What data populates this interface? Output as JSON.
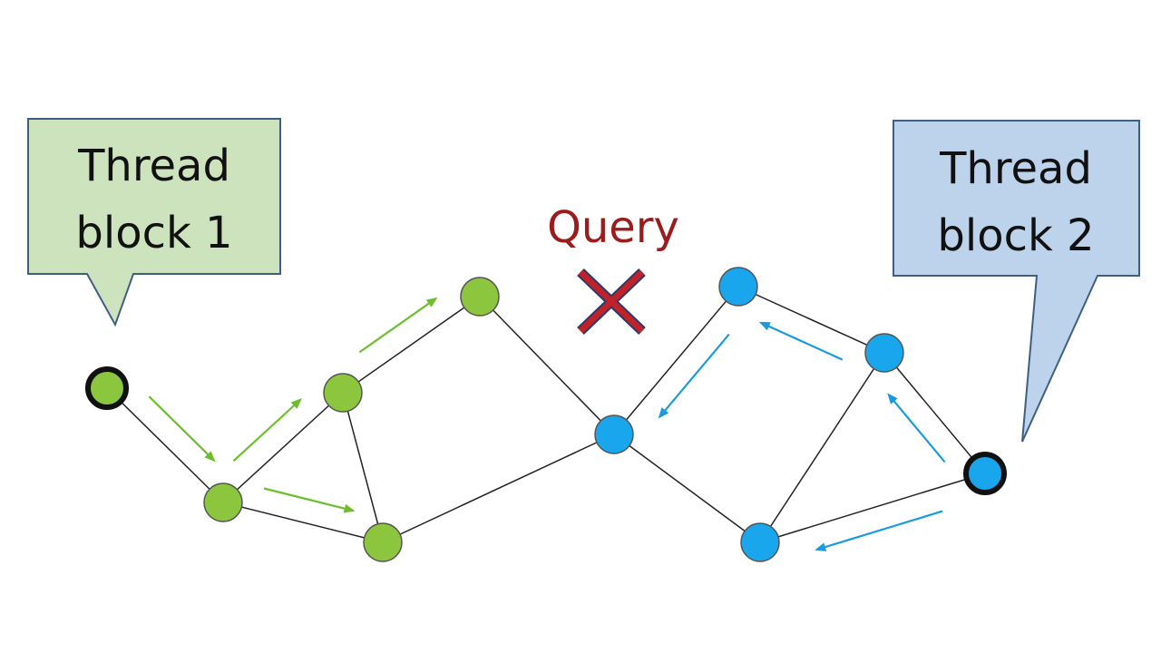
{
  "callouts": {
    "block1": {
      "line1": "Thread",
      "line2": "block 1",
      "fill": "#cde3bd",
      "stroke": "#3f5f82"
    },
    "block2": {
      "line1": "Thread",
      "line2": "block 2",
      "fill": "#bdd3ec",
      "stroke": "#3f5f82"
    }
  },
  "query": {
    "label": "Query",
    "label_color": "#9b1c1c",
    "marker_icon": "x-cross-icon",
    "marker_color": "#c0222a",
    "marker_outline": "#2b3a6b"
  },
  "graph": {
    "colors": {
      "green_node": "#8cc63f",
      "blue_node": "#1aa6ec",
      "node_outline": "#555555",
      "entry_outline": "#111111",
      "edge": "#222222",
      "green_arrow": "#6cbf2a",
      "blue_arrow": "#1a9be0"
    },
    "nodes": [
      {
        "id": "g0",
        "group": "green",
        "entry": true
      },
      {
        "id": "g1",
        "group": "green",
        "entry": false
      },
      {
        "id": "g2",
        "group": "green",
        "entry": false
      },
      {
        "id": "g3",
        "group": "green",
        "entry": false
      },
      {
        "id": "g4",
        "group": "green",
        "entry": false
      },
      {
        "id": "b0",
        "group": "blue",
        "entry": true
      },
      {
        "id": "b1",
        "group": "blue",
        "entry": false
      },
      {
        "id": "b2",
        "group": "blue",
        "entry": false
      },
      {
        "id": "b3",
        "group": "blue",
        "entry": false
      },
      {
        "id": "b4",
        "group": "blue",
        "entry": false
      }
    ],
    "edges": [
      [
        "g0",
        "g1"
      ],
      [
        "g1",
        "g2"
      ],
      [
        "g1",
        "g3"
      ],
      [
        "g2",
        "g3"
      ],
      [
        "g2",
        "g4"
      ],
      [
        "g4",
        "b4"
      ],
      [
        "g3",
        "b4"
      ],
      [
        "b4",
        "b3"
      ],
      [
        "b3",
        "b2"
      ],
      [
        "b4",
        "b1"
      ],
      [
        "b2",
        "b1"
      ],
      [
        "b2",
        "b0"
      ],
      [
        "b1",
        "b0"
      ]
    ],
    "traversal_arrows": [
      {
        "group": "green",
        "from": "g0",
        "to": "g1"
      },
      {
        "group": "green",
        "from": "g1",
        "to": "g2"
      },
      {
        "group": "green",
        "from": "g2",
        "to": "g4"
      },
      {
        "group": "green",
        "from": "g1",
        "to": "g3"
      },
      {
        "group": "blue",
        "from": "b0",
        "to": "b2"
      },
      {
        "group": "blue",
        "from": "b2",
        "to": "b3"
      },
      {
        "group": "blue",
        "from": "b3",
        "to": "b4"
      },
      {
        "group": "blue",
        "from": "b0",
        "to": "b1"
      }
    ]
  }
}
